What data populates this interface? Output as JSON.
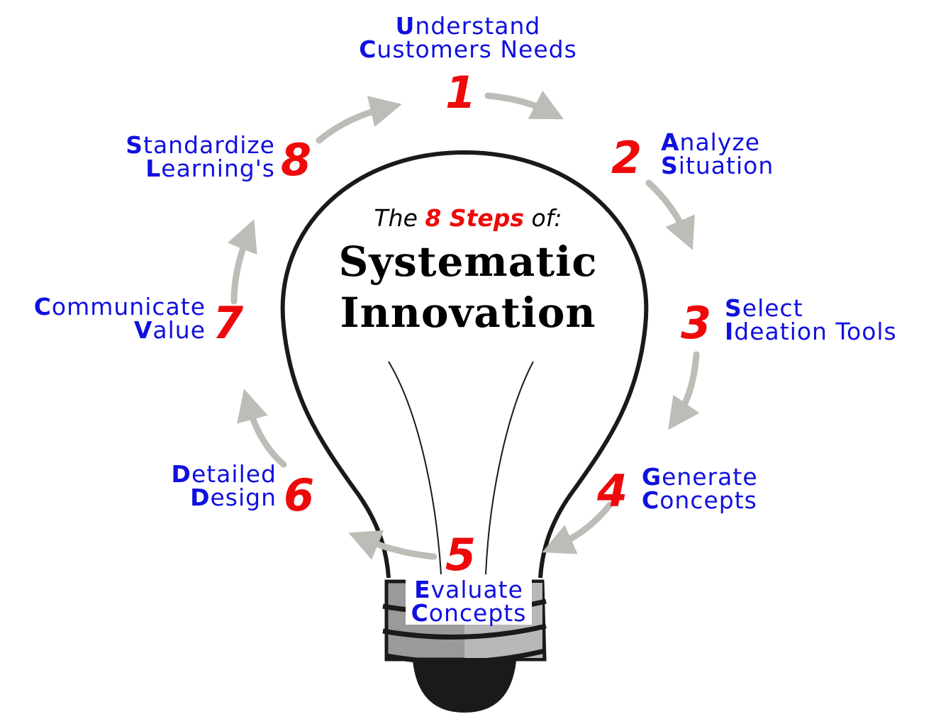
{
  "heading": {
    "prefix": "The",
    "highlight": "8 Steps",
    "suffix": "of:",
    "title_line1": "Systematic",
    "title_line2": "Innovation"
  },
  "colors": {
    "step_text": "#1010e0",
    "step_number": "#ee0a0a",
    "arrow": "#bdbcb6",
    "bulb_outline": "#1a1a1a",
    "socket_gray": "#9a9a9a"
  },
  "steps": [
    {
      "number": "1",
      "line1_cap": "U",
      "line1_rest": "nderstand",
      "line2_cap": "C",
      "line2_rest": "ustomers Needs"
    },
    {
      "number": "2",
      "line1_cap": "A",
      "line1_rest": "nalyze",
      "line2_cap": "S",
      "line2_rest": "ituation"
    },
    {
      "number": "3",
      "line1_cap": "S",
      "line1_rest": "elect",
      "line2_cap": "I",
      "line2_rest": "deation Tools"
    },
    {
      "number": "4",
      "line1_cap": "G",
      "line1_rest": "enerate",
      "line2_cap": "C",
      "line2_rest": "oncepts"
    },
    {
      "number": "5",
      "line1_cap": "E",
      "line1_rest": "valuate",
      "line2_cap": "C",
      "line2_rest": "oncepts"
    },
    {
      "number": "6",
      "line1_cap": "D",
      "line1_rest": "etailed",
      "line2_cap": "D",
      "line2_rest": "esign"
    },
    {
      "number": "7",
      "line1_cap": "C",
      "line1_rest": "ommunicate",
      "line2_cap": "V",
      "line2_rest": "alue"
    },
    {
      "number": "8",
      "line1_cap": "S",
      "line1_rest": "tandardize",
      "line2_cap": "L",
      "line2_rest": "earning's"
    }
  ],
  "icons": {
    "center": "light-bulb-icon",
    "connector": "curved-arrow-icon"
  }
}
